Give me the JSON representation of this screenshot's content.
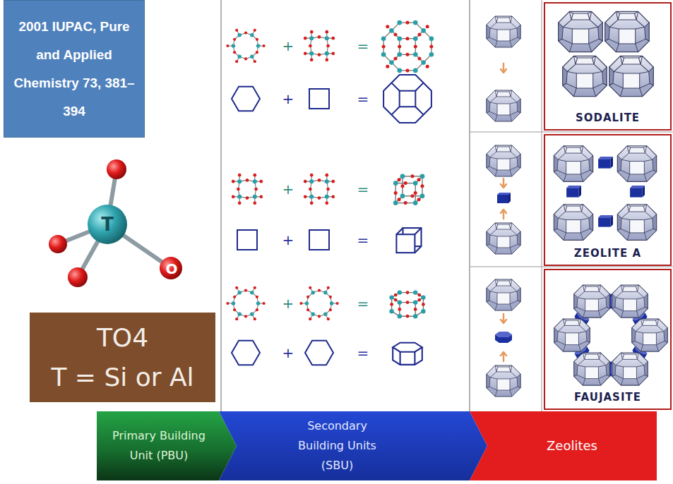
{
  "diagram": {
    "nodes": [
      {
        "text": [
          "2001 IUPAC, Pure and Applied Chemistry 73, 381–394"
        ]
      },
      {
        "text": [
          "TO4",
          "T = Si or Al"
        ]
      },
      {
        "text": [
          "SODALITE"
        ]
      },
      {
        "text": [
          "ZEOLITE A"
        ]
      },
      {
        "text": [
          "FAUJASITE"
        ]
      },
      {
        "text": [
          "Primary Building Unit (PBU)"
        ]
      },
      {
        "text": [
          "Secondary Building Units (SBU)"
        ]
      },
      {
        "text": [
          "Zeolites"
        ]
      }
    ],
    "labels": [
      "T",
      "O",
      "+",
      "=",
      "+",
      "=",
      "+",
      "=",
      "+",
      "=",
      "+",
      "=",
      "+",
      "="
    ]
  }
}
